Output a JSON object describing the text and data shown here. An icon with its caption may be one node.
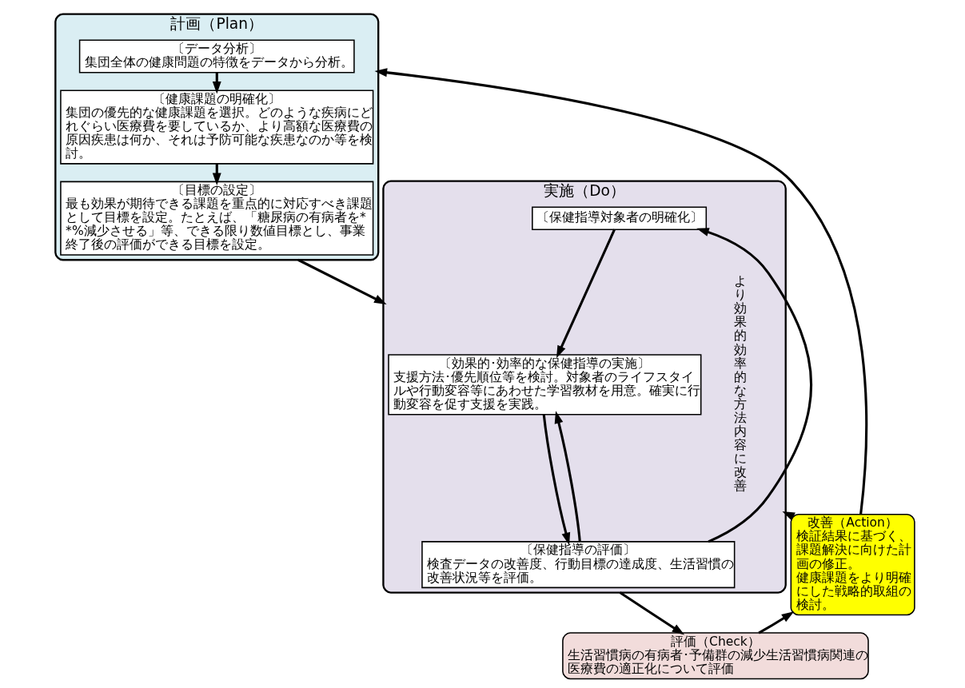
{
  "diagram": {
    "nodes": [
      {
        "text": [
          "計画（Plan）"
        ]
      },
      {
        "text": [
          "〔データ分析〕",
          "集団全体の健康問題の特徴をデータから分析。"
        ],
        "in": 0
      },
      {
        "text": [
          "〔健康課題の明確化〕",
          "集団の優先的な健康課題を選択。どのような疾病にどれぐらい医療費を要しているか、より高額な医療費の原因疾患は何か、それは予防可能な疾患なのか等を検討。"
        ],
        "in": 0
      },
      {
        "text": [
          "〔目標の設定〕",
          "最も効果が期待できる課題を重点的に対応すべき課題として目標を設定。たとえば、「糖尿病の有病者を**%減少させる」等、できる限り数値目標とし、事業終了後の評価ができる目標を設定。"
        ],
        "in": 0
      },
      {
        "text": [
          "実施（Do）"
        ]
      },
      {
        "text": [
          "〔保健指導対象者の明確化〕"
        ],
        "in": 4
      },
      {
        "text": [
          "〔効果的･効率的な保健指導の実施〕",
          "支援方法･優先順位等を検討。対象者のライフスタイルや行動変容等にあわせた学習教材を用意。確実に行動変容を促す支援を実践。"
        ],
        "in": 4
      },
      {
        "text": [
          "〔保健指導の評価〕",
          "検査データの改善度、行動目標の達成度、生活習慣の改善状況等を評価。"
        ],
        "in": 4
      },
      {
        "text": [
          "評価（Check）",
          "生活習慣病の有病者･予備群の減少生活習慣病関連の医療費の適正化について評価"
        ]
      },
      {
        "text": [
          "改善（Action）",
          "検証結果に基づく、課題解決に向けた計画の修正。",
          "健康課題をより明確にした戦略的取組の検討。"
        ]
      }
    ],
    "edges": [
      {
        "from": 1,
        "to": 2,
        "arrow": "to"
      },
      {
        "from": 2,
        "to": 3,
        "arrow": "to"
      },
      {
        "from": 0,
        "to": 4,
        "arrow": "to"
      },
      {
        "from": 5,
        "to": 6,
        "arrow": "to"
      },
      {
        "from": 6,
        "to": 7,
        "arrow": "to"
      },
      {
        "from": 7,
        "to": 5,
        "arrow": "to"
      },
      {
        "from": 7,
        "to": 6,
        "arrow": "to"
      },
      {
        "from": 4,
        "to": 8,
        "arrow": "to"
      },
      {
        "from": 8,
        "to": 9,
        "arrow": "to"
      },
      {
        "from": 9,
        "to": 4,
        "arrow": "to"
      },
      {
        "from": 9,
        "to": 0,
        "arrow": "to"
      }
    ],
    "labels": [
      "より効果的効率的な方法内容に改善"
    ]
  }
}
